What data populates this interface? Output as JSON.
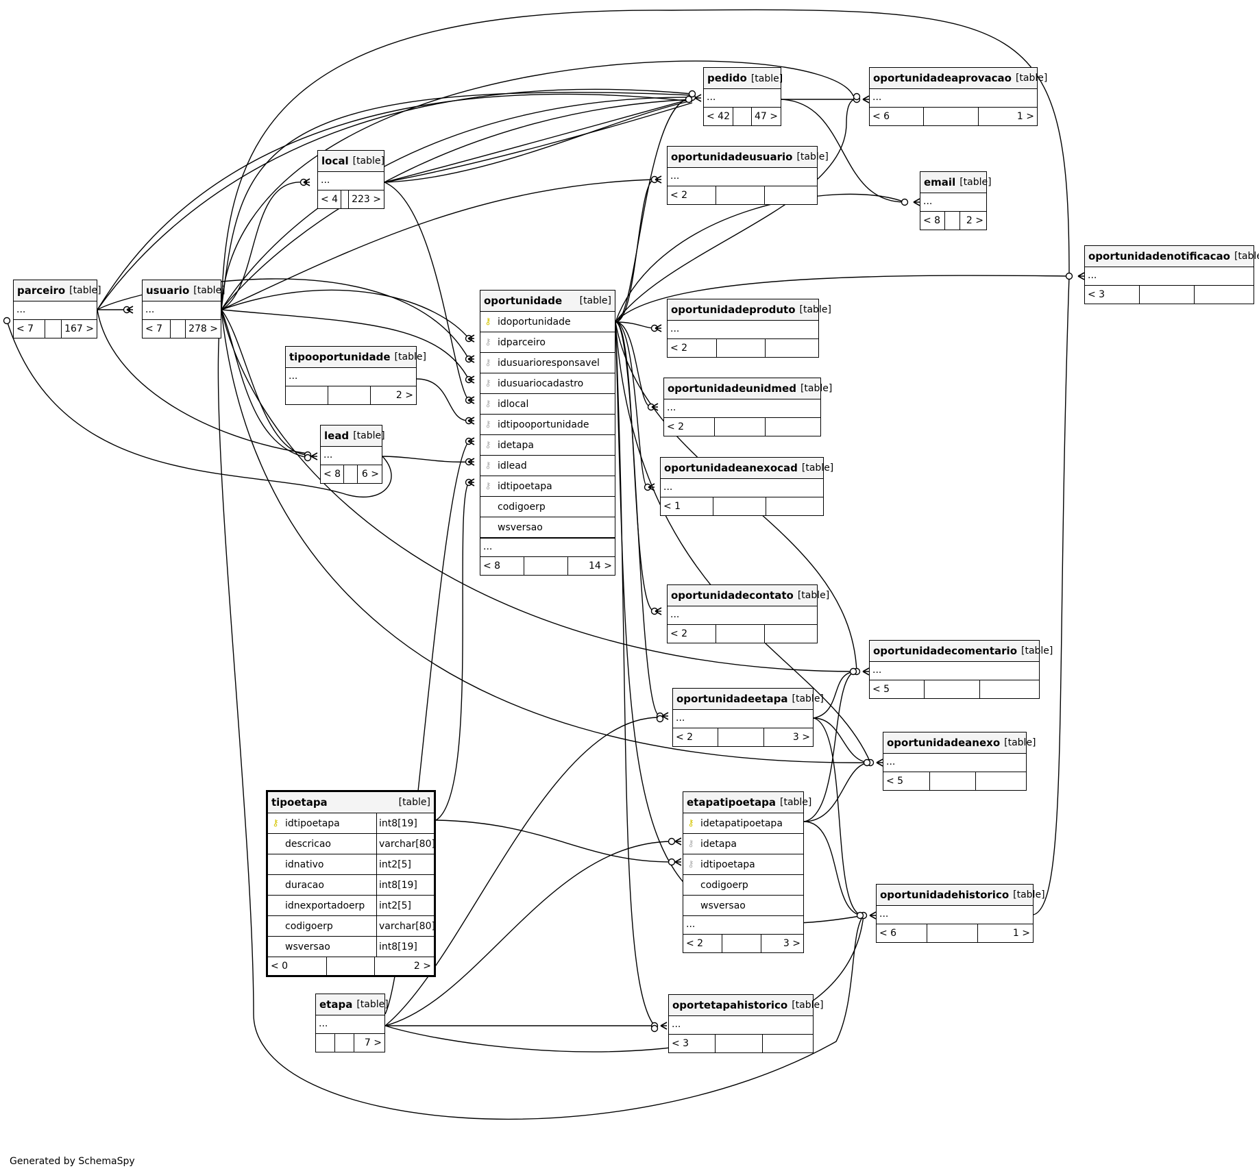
{
  "footer": "Generated by SchemaSpy",
  "tag": "[table]",
  "tables": {
    "pedido": {
      "name": "pedido",
      "ellipsis": "...",
      "footer": [
        "< 42",
        "",
        "47 >"
      ]
    },
    "oportunidadeaprovacao": {
      "name": "oportunidadeaprovacao",
      "ellipsis": "...",
      "footer": [
        "< 6",
        "",
        "1 >"
      ]
    },
    "oportunidadeusuario": {
      "name": "oportunidadeusuario",
      "ellipsis": "...",
      "footer": [
        "< 2",
        "",
        ""
      ]
    },
    "local": {
      "name": "local",
      "ellipsis": "...",
      "footer": [
        "< 4",
        "",
        "223 >"
      ]
    },
    "email": {
      "name": "email",
      "ellipsis": "...",
      "footer": [
        "< 8",
        "",
        "2 >"
      ]
    },
    "oportunidadenotificacao": {
      "name": "oportunidadenotificacao",
      "ellipsis": "...",
      "footer": [
        "< 3",
        "",
        ""
      ]
    },
    "parceiro": {
      "name": "parceiro",
      "ellipsis": "...",
      "footer": [
        "< 7",
        "",
        "167 >"
      ]
    },
    "usuario": {
      "name": "usuario",
      "ellipsis": "...",
      "footer": [
        "< 7",
        "",
        "278 >"
      ]
    },
    "oportunidadeproduto": {
      "name": "oportunidadeproduto",
      "ellipsis": "...",
      "footer": [
        "< 2",
        "",
        ""
      ]
    },
    "tipooportunidade": {
      "name": "tipooportunidade",
      "ellipsis": "...",
      "footer": [
        "",
        "",
        "2 >"
      ]
    },
    "oportunidadeunidmed": {
      "name": "oportunidadeunidmed",
      "ellipsis": "...",
      "footer": [
        "< 2",
        "",
        ""
      ]
    },
    "lead": {
      "name": "lead",
      "ellipsis": "...",
      "footer": [
        "< 8",
        "",
        "6 >"
      ]
    },
    "oportunidadeanexocad": {
      "name": "oportunidadeanexocad",
      "ellipsis": "...",
      "footer": [
        "< 1",
        "",
        ""
      ]
    },
    "oportunidadecontato": {
      "name": "oportunidadecontato",
      "ellipsis": "...",
      "footer": [
        "< 2",
        "",
        ""
      ]
    },
    "oportunidadecomentario": {
      "name": "oportunidadecomentario",
      "ellipsis": "...",
      "footer": [
        "< 5",
        "",
        ""
      ]
    },
    "oportunidadeetapa": {
      "name": "oportunidadeetapa",
      "ellipsis": "...",
      "footer": [
        "< 2",
        "",
        "3 >"
      ]
    },
    "oportunidadeanexo": {
      "name": "oportunidadeanexo",
      "ellipsis": "...",
      "footer": [
        "< 5",
        "",
        ""
      ]
    },
    "oportunidadehistorico": {
      "name": "oportunidadehistorico",
      "ellipsis": "...",
      "footer": [
        "< 6",
        "",
        "1 >"
      ]
    },
    "etapa": {
      "name": "etapa",
      "ellipsis": "...",
      "footer": [
        "",
        "",
        "7 >"
      ]
    },
    "oportetapahistorico": {
      "name": "oportetapahistorico",
      "ellipsis": "...",
      "footer": [
        "< 3",
        "",
        ""
      ]
    },
    "oportunidade": {
      "name": "oportunidade",
      "columns": [
        "idoportunidade",
        "idparceiro",
        "idusuarioresponsavel",
        "idusuariocadastro",
        "idlocal",
        "idtipooportunidade",
        "idetapa",
        "idlead",
        "idtipoetapa",
        "codigoerp",
        "wsversao"
      ],
      "keys": [
        "pk",
        "fk",
        "fk",
        "fk",
        "fk",
        "fk",
        "fk",
        "fk",
        "fk",
        "",
        ""
      ],
      "ellipsis": "...",
      "footer": [
        "< 8",
        "",
        "14 >"
      ]
    },
    "etapatipoetapa": {
      "name": "etapatipoetapa",
      "columns": [
        "idetapatipoetapa",
        "idetapa",
        "idtipoetapa",
        "codigoerp",
        "wsversao"
      ],
      "keys": [
        "pk",
        "fk",
        "fk",
        "",
        ""
      ],
      "ellipsis": "...",
      "footer": [
        "< 2",
        "",
        "3 >"
      ]
    },
    "tipoetapa": {
      "name": "tipoetapa",
      "columns": [
        "idtipoetapa",
        "descricao",
        "idnativo",
        "duracao",
        "idnexportadoerp",
        "codigoerp",
        "wsversao"
      ],
      "types": [
        "int8[19]",
        "varchar[80]",
        "int2[5]",
        "int8[19]",
        "int2[5]",
        "varchar[80]",
        "int8[19]"
      ],
      "keys": [
        "pk",
        "",
        "",
        "",
        "",
        "",
        ""
      ],
      "footer": [
        "< 0",
        "",
        "2 >"
      ]
    }
  }
}
